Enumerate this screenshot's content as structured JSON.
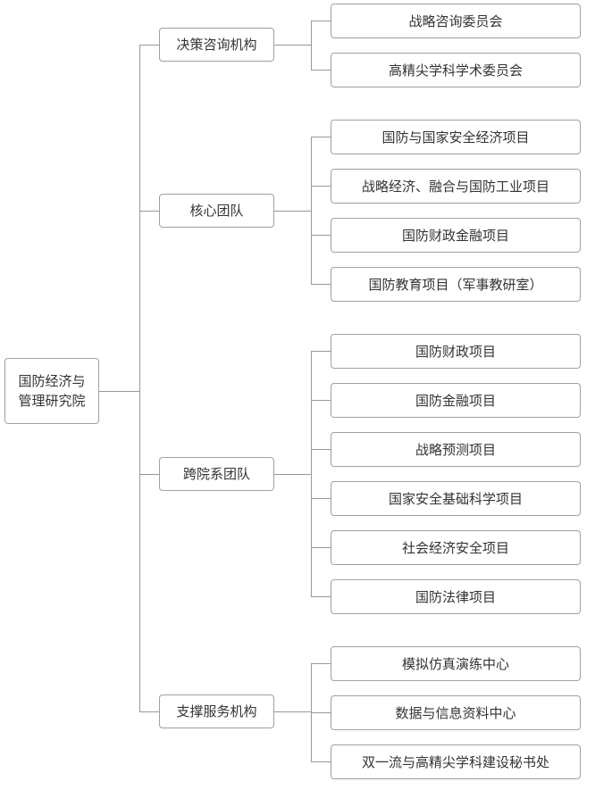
{
  "root": {
    "label": "国防经济与管理研究院"
  },
  "colors": {
    "border": "#a0a0a0",
    "line": "#999999",
    "text": "#333333"
  },
  "branches": [
    {
      "label": "决策咨询机构",
      "children": [
        "战略咨询委员会",
        "高精尖学科学术委员会"
      ]
    },
    {
      "label": "核心团队",
      "children": [
        "国防与国家安全经济项目",
        "战略经济、融合与国防工业项目",
        "国防财政金融项目",
        "国防教育项目（军事教研室）"
      ]
    },
    {
      "label": "跨院系团队",
      "children": [
        "国防财政项目",
        "国防金融项目",
        "战略预测项目",
        "国家安全基础科学项目",
        "社会经济安全项目",
        "国防法律项目"
      ]
    },
    {
      "label": "支撑服务机构",
      "children": [
        "模拟仿真演练中心",
        "数据与信息资料中心",
        "双一流与高精尖学科建设秘书处"
      ]
    }
  ]
}
